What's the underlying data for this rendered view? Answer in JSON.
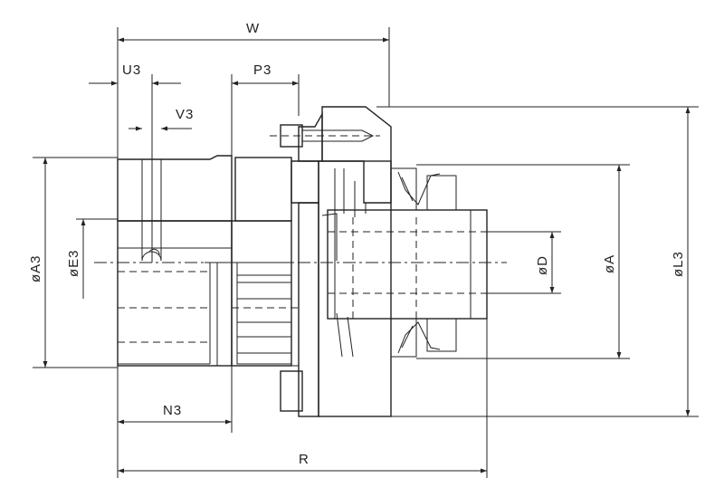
{
  "labels": {
    "W": "W",
    "U3": "U3",
    "P3": "P3",
    "V3": "V3",
    "A3": "øA3",
    "E3": "øE3",
    "D": "øD",
    "A": "øA",
    "L3": "øL3",
    "N3": "N3",
    "R": "R"
  },
  "colors": {
    "line": "#222222",
    "light_fill": "#d8d8d8",
    "mid_fill": "#a6a6a6",
    "dark_fill": "#6e6e6e",
    "background": "#ffffff"
  }
}
